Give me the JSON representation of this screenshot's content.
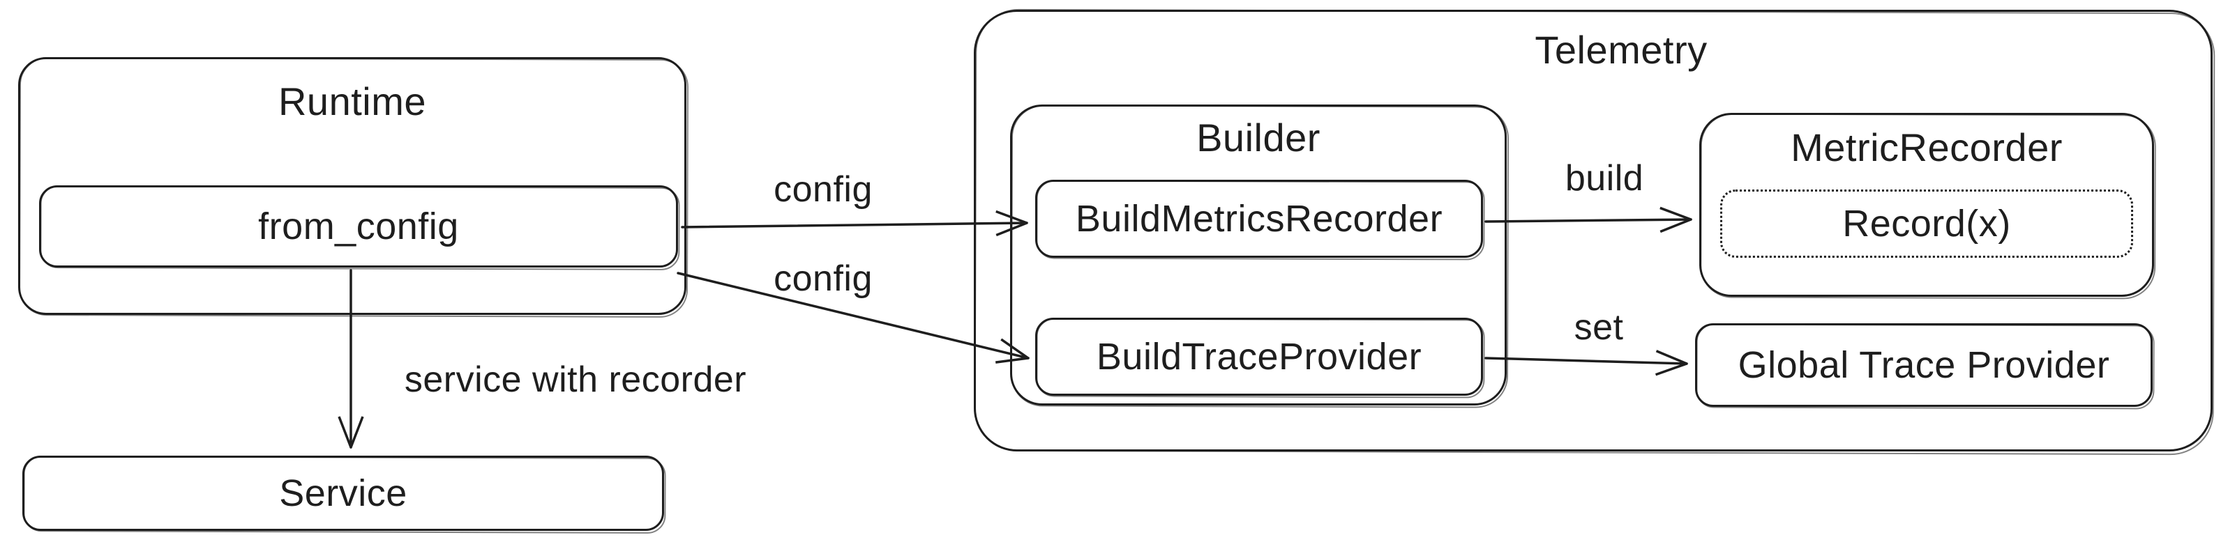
{
  "colors": {
    "ink": "#1e1e1e",
    "background": "#ffffff"
  },
  "nodes": {
    "runtime": {
      "label": "Runtime"
    },
    "from_config": {
      "label": "from_config"
    },
    "service": {
      "label": "Service"
    },
    "telemetry": {
      "label": "Telemetry"
    },
    "builder": {
      "label": "Builder"
    },
    "build_metrics_recorder": {
      "label": "BuildMetricsRecorder"
    },
    "build_trace_provider": {
      "label": "BuildTraceProvider"
    },
    "metric_recorder": {
      "label": "MetricRecorder"
    },
    "record_x": {
      "label": "Record(x)"
    },
    "global_trace_provider": {
      "label": "Global Trace Provider"
    }
  },
  "edges": {
    "config_to_metrics_recorder": {
      "label": "config",
      "from": "from_config",
      "to": "build_metrics_recorder"
    },
    "config_to_trace_provider": {
      "label": "config",
      "from": "from_config",
      "to": "build_trace_provider"
    },
    "service_with_recorder": {
      "label": "service with recorder",
      "from": "from_config",
      "to": "service"
    },
    "build": {
      "label": "build",
      "from": "build_metrics_recorder",
      "to": "metric_recorder"
    },
    "set": {
      "label": "set",
      "from": "build_trace_provider",
      "to": "global_trace_provider"
    }
  }
}
